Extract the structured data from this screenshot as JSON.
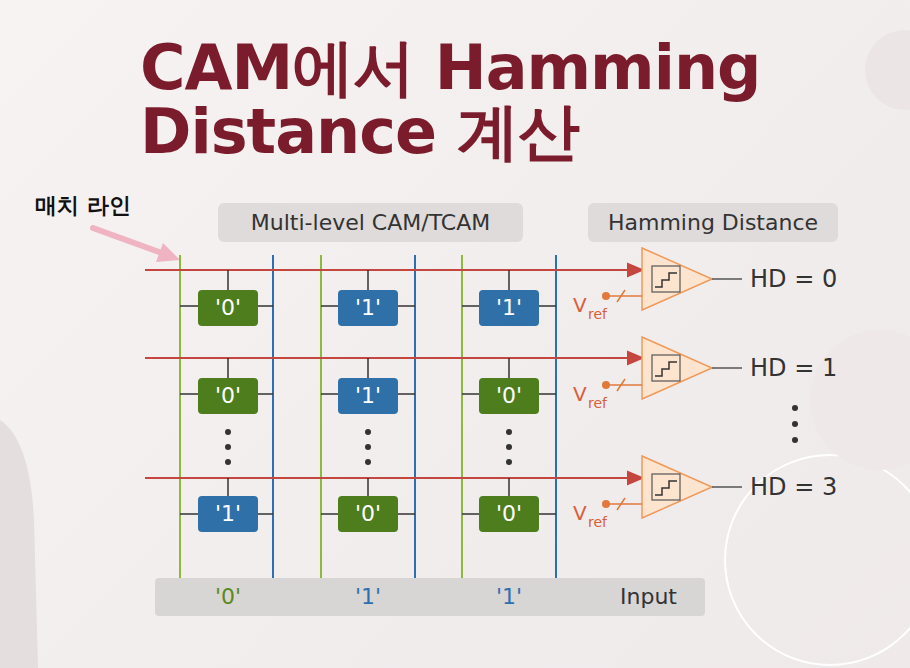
{
  "diagram": {
    "title": "CAM에서 Hamming Distance 계산",
    "nodes": [
      {
        "text": [
          "Multi-level CAM/TCAM"
        ]
      },
      {
        "text": [
          "Hamming Distance"
        ]
      },
      {
        "text": [
          "'0'"
        ]
      },
      {
        "text": [
          "'1'"
        ]
      },
      {
        "text": [
          "'1'"
        ]
      },
      {
        "text": [
          "'0'"
        ]
      },
      {
        "text": [
          "'1'"
        ]
      },
      {
        "text": [
          "'0'"
        ]
      },
      {
        "text": [
          "'1'"
        ]
      },
      {
        "text": [
          "'0'"
        ]
      },
      {
        "text": [
          "'0'"
        ]
      },
      {
        "text": [
          "'0'",
          "'1'",
          "'1'",
          "Input"
        ]
      }
    ],
    "labels": [
      "매치 라인",
      "V",
      "ref",
      "V",
      "ref",
      "V",
      "ref",
      "HD = 0",
      "HD = 1",
      "HD = 3"
    ]
  }
}
